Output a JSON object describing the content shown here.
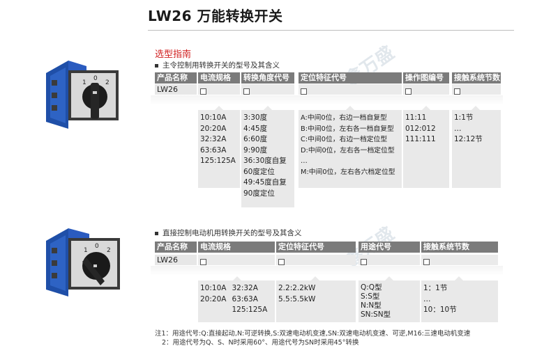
{
  "title": "LW26 万能转换开关",
  "section_heading": "选型指南",
  "watermark": "鑫万盛",
  "table1": {
    "subtitle": "主令控制用转换开关的型号及其含义",
    "headers": [
      "产品名称",
      "电流规格",
      "转换角度代号",
      "定位特征代号",
      "操作图编号",
      "接触系统节数"
    ],
    "product_code": "LW26",
    "current_spec": [
      "10:10A",
      "20:20A",
      "32:32A",
      "63:63A",
      "125:125A"
    ],
    "angle_code": [
      "3:30度",
      "4:45度",
      "6:60度",
      "9:90度",
      "36:30度自复",
      "60度定位",
      "49:45度自复",
      "90度定位"
    ],
    "position_code": [
      "A:中间0位，右边一档自复型",
      "B:中间0位，左右各一档自复型",
      "C:中间0位，右边一档定位型",
      "D:中间0位，左右各一档定位型",
      "…",
      "M:中间0位，左右各六档定位型"
    ],
    "diagram_no": [
      "11:11",
      "012:012",
      "111:111"
    ],
    "contact_sections": [
      "1:1节",
      "…",
      "12:12节"
    ]
  },
  "table2": {
    "subtitle": "直接控制电动机用转换开关的型号及其含义",
    "headers": [
      "产品名称",
      "电流规格",
      "定位特征代号",
      "用途代号",
      "接触系统节数"
    ],
    "product_code": "LW26",
    "current_spec_col1": [
      "10:10A",
      "20:20A"
    ],
    "current_spec_col2": [
      "32:32A",
      "63:63A",
      "125:125A"
    ],
    "position_code": [
      "2.2:2.2kW",
      "5.5:5.5kW"
    ],
    "usage_code": [
      "Q:Q型",
      "S:S型",
      "N:N型",
      "SN:SN型"
    ],
    "contact_sections": [
      "1：1节",
      "…",
      "10：10节"
    ]
  },
  "notes": [
    "注1：用途代号:Q:直接起动,N:可逆转换,S:双速电动机变速,SN:双速电动机变速、可逆,M16:三速电动机变速",
    "2：用途代号为Q、S、N时采用60°、用途代号为SN时采用45°转换"
  ],
  "switch_dial_marks": [
    "1",
    "0",
    "2"
  ],
  "colors": {
    "header_bg": "#7b7b7b",
    "cell_bg": "#e9e9e9",
    "accent_red": "#d01f1f",
    "switch_blue": "#1f4fa8"
  }
}
